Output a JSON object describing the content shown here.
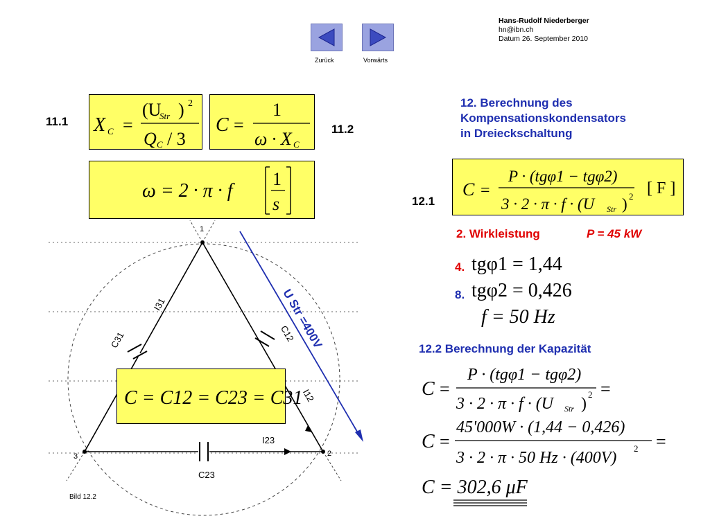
{
  "header": {
    "author": "Hans-Rudolf Niederberger",
    "email": "hn@ibn.ch",
    "date": "Datum 26. September 2010"
  },
  "nav": {
    "back_label": "Zurück",
    "forward_label": "Vorwärts"
  },
  "labels": {
    "f111": "11.1",
    "f112": "11.2",
    "f121": "12.1",
    "title_line1": "12. Berechnung  des",
    "title_line2": "Kompensationskondensators",
    "title_line3": "in Dreieckschaltung",
    "step2": "2. Wirkleistung",
    "power": "P = 45 kW",
    "step4": "4.",
    "step8": "8.",
    "section122": "12.2 Berechnung der Kapazität",
    "figure": "Bild 12.2"
  },
  "formulas": {
    "xc_lhs": "X",
    "xc_sub": "C",
    "u": "(U",
    "ustr_sub": "Str",
    "paren_close": ")",
    "sq": "2",
    "qc": "Q",
    "qc_sub": "C",
    "div3": "/ 3",
    "c": "C",
    "eq": "=",
    "one": "1",
    "omega_xc": "ω · X",
    "omega_def": "ω = 2 · π · f",
    "unit_one": "1",
    "unit_s": "s",
    "c121_num": "P · (tgφ1 − tgφ2)",
    "c121_den": "3 · 2 · π · f · (U",
    "unit_f": "[ F ]",
    "ceq_chain": "C = C12 = C23 = C31",
    "tg1": "tgφ1 = 1,44",
    "tg2": "tgφ2 = 0,426",
    "freq": "f = 50 Hz",
    "c2_num_vals": "45'000W · (1,44 − 0,426)",
    "c2_den_vals": "3 · 2 · π · 50 Hz · (400V)",
    "result": "C = 302,6 μF"
  },
  "diagram": {
    "node1": "1",
    "node2": "2",
    "node3": "3",
    "i31": "I31",
    "i12": "I12",
    "i23": "I23",
    "c31": "C31",
    "c12": "C12",
    "c23": "C23",
    "ustr": "U Str =400V"
  },
  "colors": {
    "highlight": "#ffff66",
    "title": "#1f2fb0",
    "accent_red": "#e00000",
    "nav": "#9aa3e0"
  }
}
